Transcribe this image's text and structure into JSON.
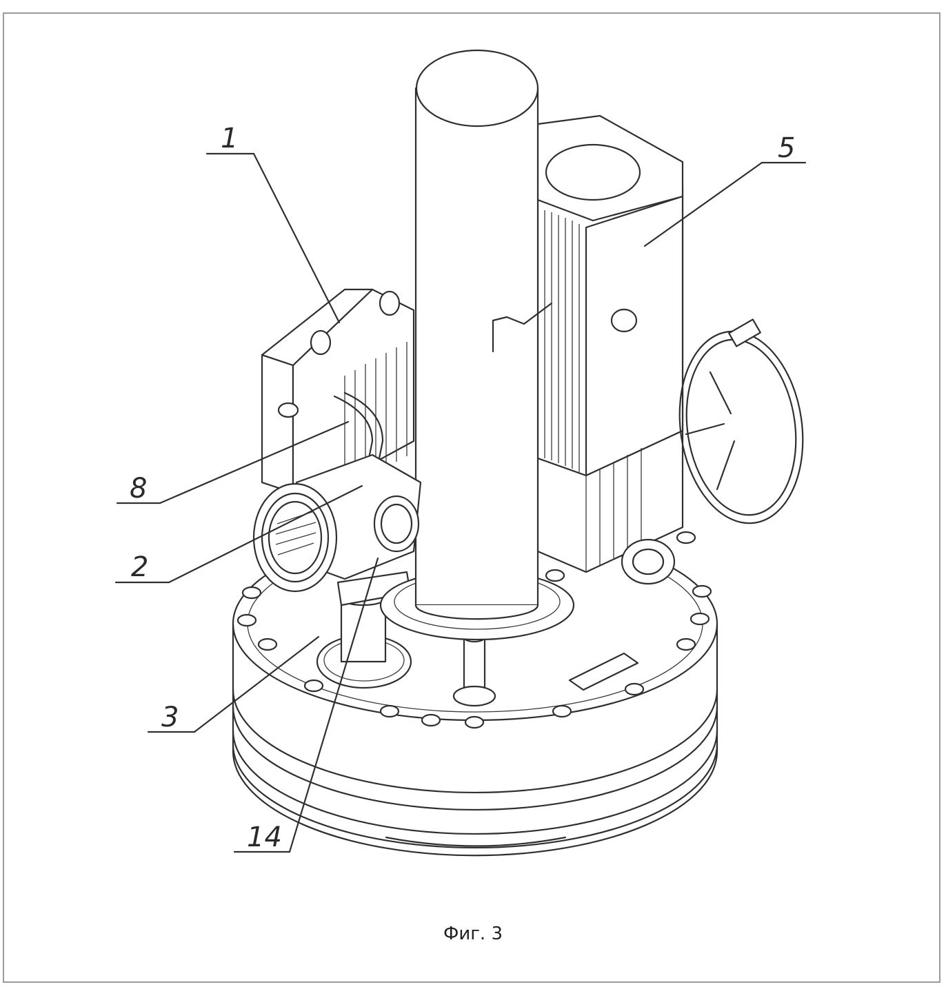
{
  "figure": {
    "caption": "Фиг. 3",
    "callouts": [
      {
        "id": "1",
        "label": "1"
      },
      {
        "id": "5",
        "label": "5"
      },
      {
        "id": "8",
        "label": "8"
      },
      {
        "id": "2",
        "label": "2"
      },
      {
        "id": "3",
        "label": "3"
      },
      {
        "id": "14",
        "label": "14"
      }
    ]
  }
}
